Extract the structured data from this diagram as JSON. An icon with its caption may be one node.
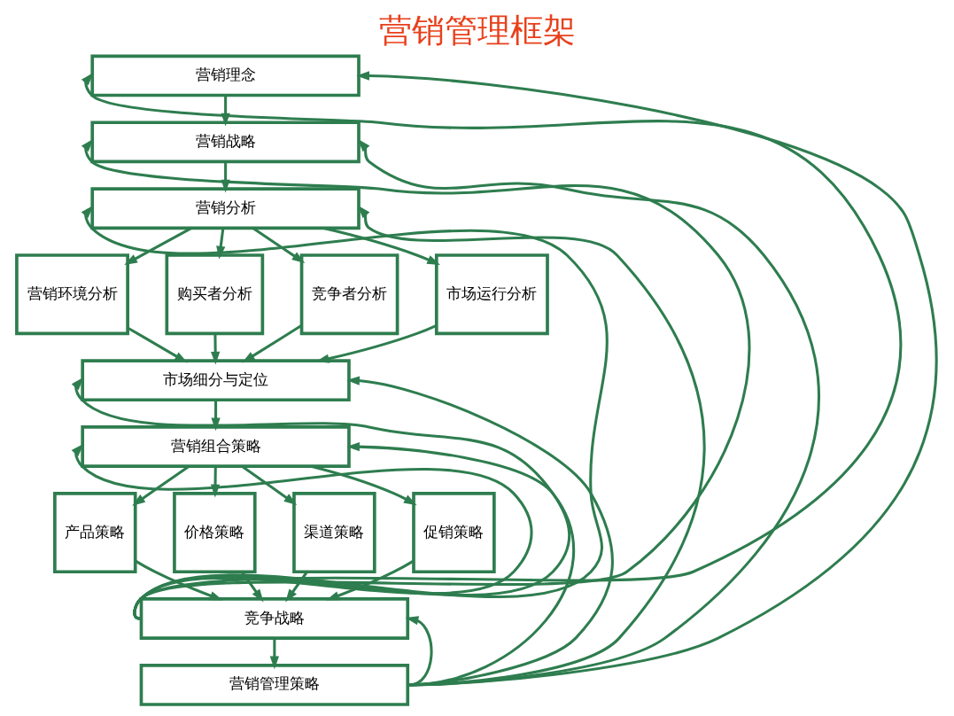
{
  "diagram": {
    "title": "营销管理框架",
    "nodes": [
      {
        "text": [
          "营销理念"
        ]
      },
      {
        "text": [
          "营销战略"
        ]
      },
      {
        "text": [
          "营销分析"
        ]
      },
      {
        "text": [
          "营销环境分析"
        ]
      },
      {
        "text": [
          "购买者分析"
        ]
      },
      {
        "text": [
          "竞争者分析"
        ]
      },
      {
        "text": [
          "市场运行分析"
        ]
      },
      {
        "text": [
          "市场细分与定位"
        ]
      },
      {
        "text": [
          "营销组合策略"
        ]
      },
      {
        "text": [
          "产品策略"
        ]
      },
      {
        "text": [
          "价格策略"
        ]
      },
      {
        "text": [
          "渠道策略"
        ]
      },
      {
        "text": [
          "促销策略"
        ]
      },
      {
        "text": [
          "竞争战略"
        ]
      },
      {
        "text": [
          "营销管理策略"
        ]
      }
    ],
    "edges": [
      {
        "from": 0,
        "to": 1,
        "arrow": "to"
      },
      {
        "from": 1,
        "to": 2,
        "arrow": "to"
      },
      {
        "from": 2,
        "to": 3,
        "arrow": "to"
      },
      {
        "from": 2,
        "to": 4,
        "arrow": "to"
      },
      {
        "from": 2,
        "to": 5,
        "arrow": "to"
      },
      {
        "from": 2,
        "to": 6,
        "arrow": "to"
      },
      {
        "from": 3,
        "to": 7,
        "arrow": "to"
      },
      {
        "from": 4,
        "to": 7,
        "arrow": "to"
      },
      {
        "from": 5,
        "to": 7,
        "arrow": "to"
      },
      {
        "from": 6,
        "to": 7,
        "arrow": "to"
      },
      {
        "from": 7,
        "to": 8,
        "arrow": "to"
      },
      {
        "from": 8,
        "to": 9,
        "arrow": "to"
      },
      {
        "from": 8,
        "to": 10,
        "arrow": "to"
      },
      {
        "from": 8,
        "to": 11,
        "arrow": "to"
      },
      {
        "from": 8,
        "to": 12,
        "arrow": "to"
      },
      {
        "from": 9,
        "to": 13,
        "arrow": "to"
      },
      {
        "from": 10,
        "to": 13,
        "arrow": "to"
      },
      {
        "from": 11,
        "to": 13,
        "arrow": "to"
      },
      {
        "from": 12,
        "to": 13,
        "arrow": "to"
      },
      {
        "from": 13,
        "to": 14,
        "arrow": "to"
      },
      {
        "from": 13,
        "to": 0,
        "arrow": "to"
      },
      {
        "from": 13,
        "to": 1,
        "arrow": "to"
      },
      {
        "from": 13,
        "to": 2,
        "arrow": "to"
      },
      {
        "from": 13,
        "to": 7,
        "arrow": "to"
      },
      {
        "from": 13,
        "to": 8,
        "arrow": "to"
      },
      {
        "from": 14,
        "to": 0,
        "arrow": "to"
      },
      {
        "from": 14,
        "to": 1,
        "arrow": "to"
      },
      {
        "from": 14,
        "to": 2,
        "arrow": "to"
      },
      {
        "from": 14,
        "to": 7,
        "arrow": "to"
      },
      {
        "from": 14,
        "to": 8,
        "arrow": "to"
      },
      {
        "from": 14,
        "to": 13,
        "arrow": "to"
      }
    ]
  }
}
